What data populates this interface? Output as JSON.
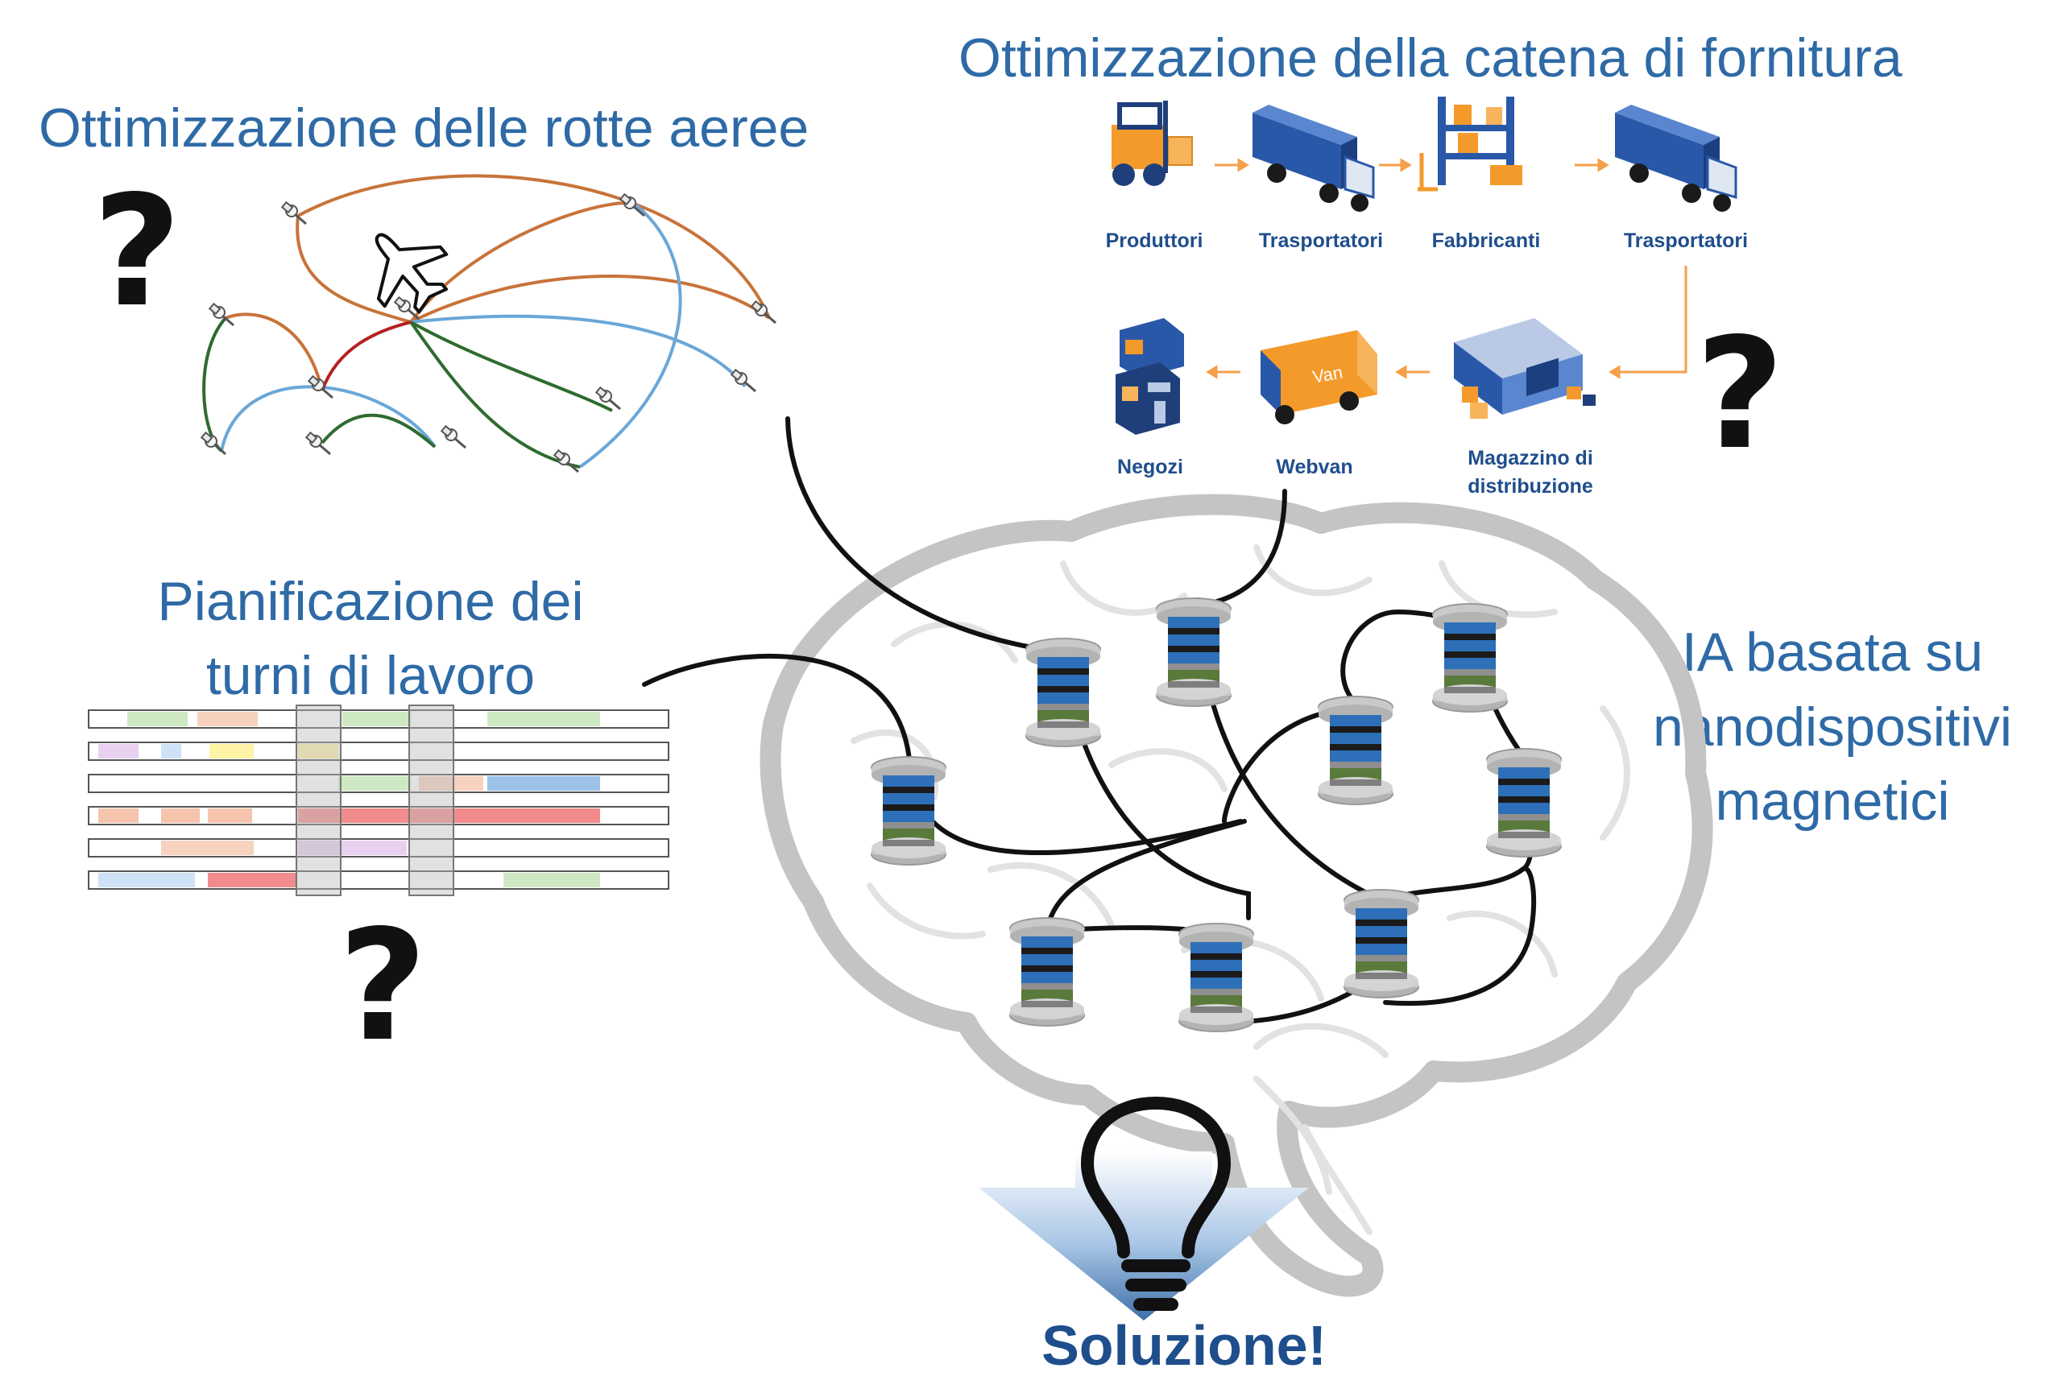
{
  "titles": {
    "routes": "Ottimizzazione delle rotte aeree",
    "supply": "Ottimizzazione della catena di fornitura",
    "shifts_line1": "Pianificazione dei",
    "shifts_line2": "turni di lavoro",
    "ai_line1": "IA basata su",
    "ai_line2": "nanodispositivi",
    "ai_line3": "magnetici"
  },
  "supply_chain": {
    "row1": [
      "Produttori",
      "Trasportatori",
      "Fabbricanti",
      "Trasportatori"
    ],
    "row2": [
      "Negozi",
      "Webvan"
    ],
    "warehouse_line1": "Magazzino di",
    "warehouse_line2": "distribuzione",
    "van_text": "Van"
  },
  "question_mark": "?",
  "solution": "Soluzione!",
  "icons": [
    "airplane-icon",
    "pushpin-icon",
    "forklift-icon",
    "truck-icon",
    "warehouse-icon",
    "shop-icon",
    "van-icon",
    "lightbulb-icon",
    "brain-outline",
    "nanodevice-icon"
  ],
  "colors": {
    "title_blue": "#2e6aa6",
    "label_navy": "#1f4e8c",
    "route_orange": "#c8733a",
    "route_blue": "#6aa7d8",
    "route_green": "#2f6b2f",
    "route_red": "#b52020",
    "brain_gray": "#c4c4c4",
    "arrow_orange": "#f5a04a"
  }
}
